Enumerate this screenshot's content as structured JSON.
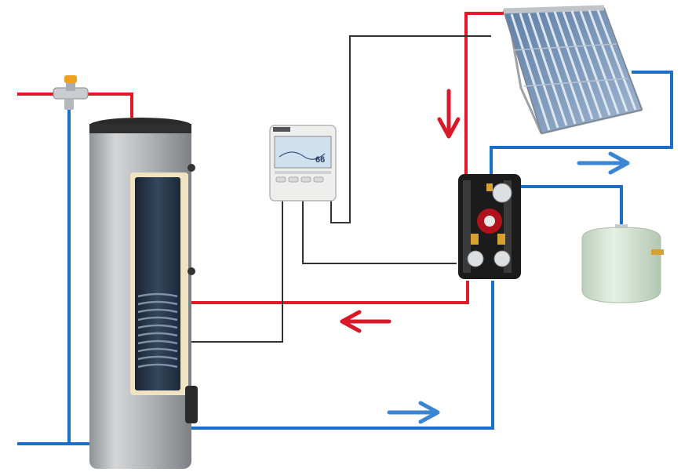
{
  "diagram": {
    "components": [
      {
        "id": "storage-tank",
        "kind": "storage tank with coil"
      },
      {
        "id": "solar-controller",
        "kind": "controller",
        "display_text": "66"
      },
      {
        "id": "pump-station",
        "kind": "pump station"
      },
      {
        "id": "solar-collector",
        "kind": "evacuated tube collector"
      },
      {
        "id": "expansion-vessel",
        "kind": "expansion vessel"
      },
      {
        "id": "mixing-valve",
        "kind": "thermostatic mixing valve"
      }
    ],
    "colors": {
      "hot_pipe": "#e4182a",
      "cold_pipe": "#1a6fc8",
      "signal_wire": "#333333",
      "tank_body": "#b9bcbf",
      "tank_inner": "#27364a",
      "vessel": "#d7e6d5",
      "pump_station": "#1b1b1b",
      "arrow_hot": "#d9182a",
      "arrow_cold": "#3b86d4"
    },
    "flow_arrows": [
      {
        "id": "arrow-down-hot",
        "direction": "down",
        "line": "hot"
      },
      {
        "id": "arrow-left-hot",
        "direction": "left",
        "line": "hot"
      },
      {
        "id": "arrow-right-cold-upper",
        "direction": "right",
        "line": "cold"
      },
      {
        "id": "arrow-right-cold-lower",
        "direction": "right",
        "line": "cold"
      }
    ]
  }
}
